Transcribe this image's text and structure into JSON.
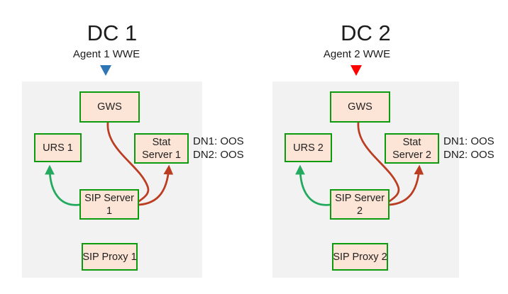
{
  "colors": {
    "page-bg": "#ffffff",
    "panel-bg": "#f2f2f2",
    "node-fill": "#fce4d6",
    "node-border": "#0c9b0c",
    "arrow-green": "#24aa5e",
    "arrow-red": "#bc3c21",
    "marker-blue": "#2e75b6",
    "marker-red": "#ff0000",
    "text": "#1c1c1c"
  },
  "datacenters": [
    {
      "title": "DC 1",
      "agent_label": "Agent 1 WWE",
      "marker": "blue-down-triangle",
      "nodes": {
        "gws": [
          "GWS"
        ],
        "urs": [
          "URS 1"
        ],
        "stat": [
          "Stat",
          "Server 1"
        ],
        "sip_server": [
          "SIP Server",
          "1"
        ],
        "sip_proxy": [
          "SIP Proxy 1"
        ]
      },
      "dn_status": [
        "DN1: OOS",
        "DN2: OOS"
      ]
    },
    {
      "title": "DC 2",
      "agent_label": "Agent 2 WWE",
      "marker": "red-down-triangle",
      "nodes": {
        "gws": [
          "GWS"
        ],
        "urs": [
          "URS 2"
        ],
        "stat": [
          "Stat",
          "Server 2"
        ],
        "sip_server": [
          "SIP Server",
          "2"
        ],
        "sip_proxy": [
          "SIP Proxy 2"
        ]
      },
      "dn_status": [
        "DN1: OOS",
        "DN2: OOS"
      ]
    }
  ]
}
